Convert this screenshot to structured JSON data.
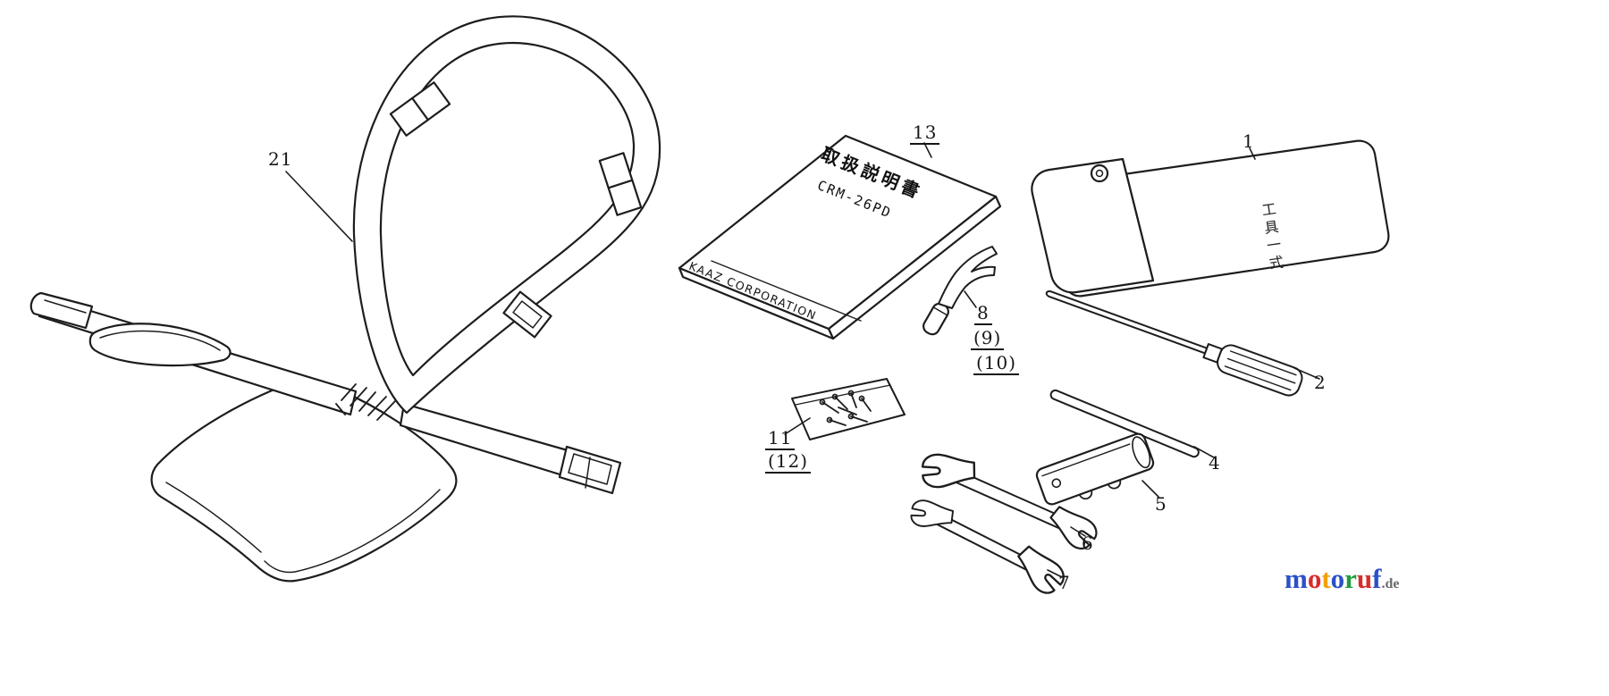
{
  "canvas": {
    "background": "#ffffff",
    "line_color": "#1d1d1d"
  },
  "figure": {
    "parts": {
      "harness": {
        "label": "21"
      },
      "manual": {
        "label": "13",
        "title": "取扱説明書",
        "model": "CRM-26PD",
        "publisher": "KAAZ CORPORATION"
      },
      "plug_wrench": {
        "label": "8",
        "sub_labels": [
          "(9)",
          "(10)"
        ]
      },
      "parts_bag": {
        "label": "11",
        "sub_labels": [
          "(12)"
        ]
      },
      "tool_pouch": {
        "label": "1",
        "text": "工具一式"
      },
      "screwdriver": {
        "label": "2"
      },
      "rod": {
        "label": "4"
      },
      "socket_holder": {
        "label": "5"
      },
      "wrench_large": {
        "label": "6"
      },
      "wrench_small": {
        "label": "7"
      }
    }
  },
  "watermark": {
    "tld": ".de",
    "tld_color": "#6b6b6b",
    "letters": [
      {
        "ch": "m",
        "color": "#2b50c8"
      },
      {
        "ch": "o",
        "color": "#d92b2b"
      },
      {
        "ch": "t",
        "color": "#f0a000"
      },
      {
        "ch": "o",
        "color": "#2b50c8"
      },
      {
        "ch": "r",
        "color": "#1e9e3c"
      },
      {
        "ch": "u",
        "color": "#d92b2b"
      },
      {
        "ch": "f",
        "color": "#2b50c8"
      }
    ]
  }
}
